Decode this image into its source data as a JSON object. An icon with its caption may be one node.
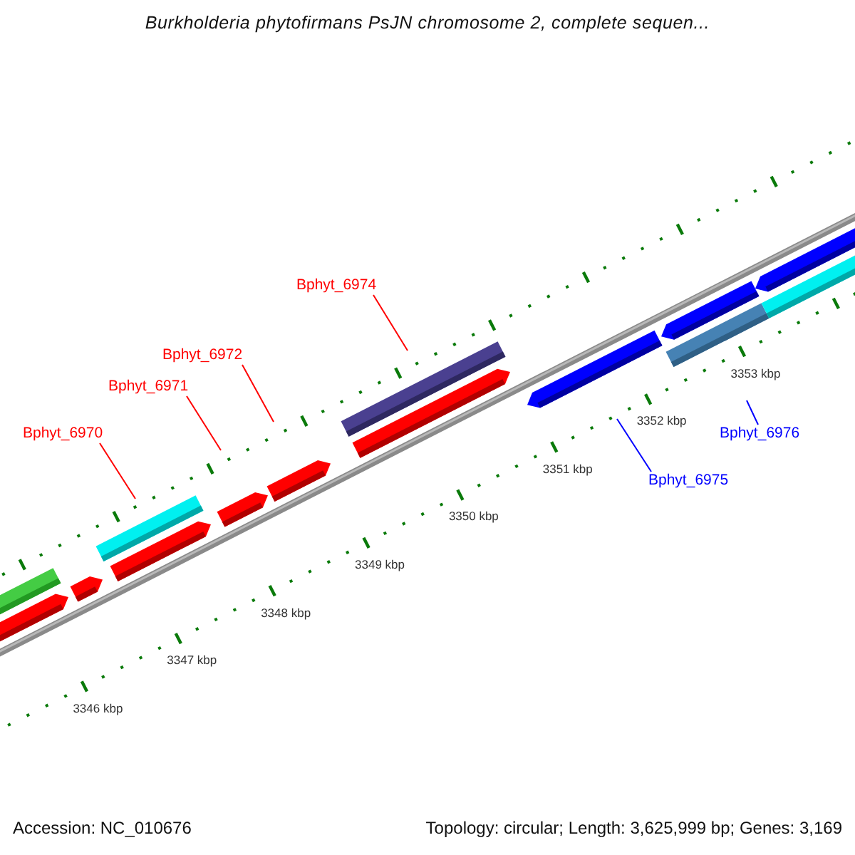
{
  "diagram": {
    "title": "Burkholderia phytofirmans PsJN chromosome 2, complete sequen...",
    "nodes": [
      {
        "text": [
          "Bphyt_6974"
        ]
      },
      {
        "text": [
          "Bphyt_6972"
        ]
      },
      {
        "text": [
          "Bphyt_6971"
        ]
      },
      {
        "text": [
          "Bphyt_6970"
        ]
      },
      {
        "text": [
          "Bphyt_6976"
        ]
      },
      {
        "text": [
          "Bphyt_6975"
        ]
      }
    ],
    "edges": [
      {
        "from": 0,
        "to": null,
        "arrow": "none"
      },
      {
        "from": 1,
        "to": null,
        "arrow": "none"
      },
      {
        "from": 2,
        "to": null,
        "arrow": "none"
      },
      {
        "from": 3,
        "to": null,
        "arrow": "none"
      },
      {
        "from": 4,
        "to": null,
        "arrow": "none",
        "color": "#0000ff"
      },
      {
        "from": 5,
        "to": null,
        "arrow": "none",
        "color": "#0000ff"
      }
    ],
    "labels": [
      "3353 kbp",
      "3352 kbp",
      "3351 kbp",
      "3350 kbp",
      "3349 kbp",
      "3348 kbp",
      "3347 kbp",
      "3346 kbp",
      "Accession: NC_010676",
      "Topology: circular; Length: 3,625,999 bp; Genes: 3,169"
    ]
  }
}
